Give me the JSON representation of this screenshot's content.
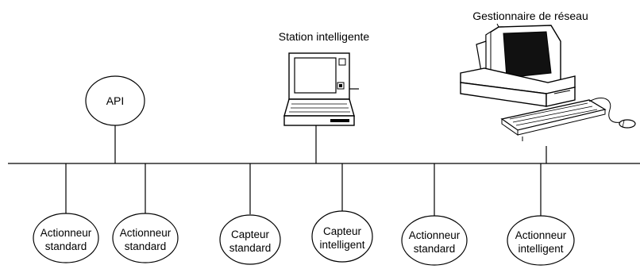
{
  "network": {
    "api_label": "API",
    "station_label": "Station intelligente",
    "manager_label": "Gestionnaire de réseau"
  },
  "nodes": [
    {
      "line1": "Actionneur",
      "line2": "standard"
    },
    {
      "line1": "Actionneur",
      "line2": "standard"
    },
    {
      "line1": "Capteur",
      "line2": "standard"
    },
    {
      "line1": "Capteur",
      "line2": "intelligent"
    },
    {
      "line1": "Actionneur",
      "line2": "standard"
    },
    {
      "line1": "Actionneur",
      "line2": "intelligent"
    }
  ]
}
